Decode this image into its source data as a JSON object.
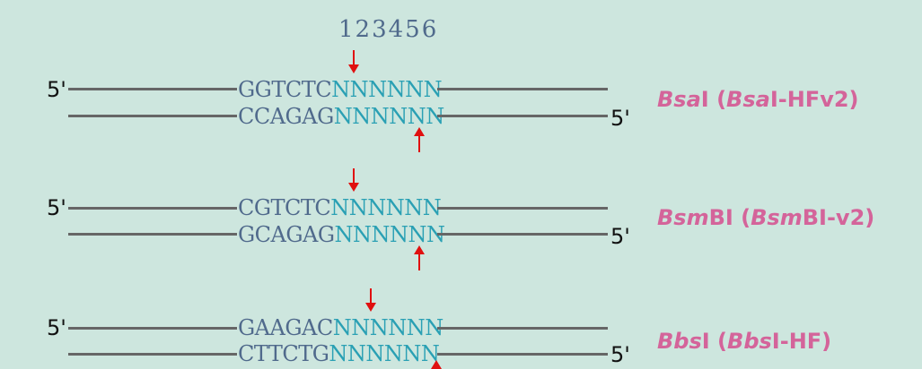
{
  "position_numbers": "123456",
  "five_prime": "5'",
  "constructs": [
    {
      "top": {
        "recognition": "GGTCTC",
        "overhang": "NNNNNN"
      },
      "bottom": {
        "recognition": "CCAGAG",
        "overhang": "NNNNNN"
      },
      "enzyme": {
        "part1_italic": "Bsa",
        "part2": "I (",
        "part3_italic": "Bsa",
        "part4": "I-HFv2)"
      }
    },
    {
      "top": {
        "recognition": "CGTCTC",
        "overhang": "NNNNNN"
      },
      "bottom": {
        "recognition": "GCAGAG",
        "overhang": "NNNNNN"
      },
      "enzyme": {
        "part1_italic": "Bsm",
        "part2": "BI (",
        "part3_italic": "Bsm",
        "part4": "BI-v2)"
      }
    },
    {
      "top": {
        "recognition": "GAAGAC",
        "overhang": "NNNNNN"
      },
      "bottom": {
        "recognition": "CTTCTG",
        "overhang": "NNNNNN"
      },
      "enzyme": {
        "part1_italic": "Bbs",
        "part2": "I (",
        "part3_italic": "Bbs",
        "part4": "I-HF)"
      }
    }
  ],
  "colors": {
    "background": "#cde6de",
    "recognition_site": "#506a8c",
    "overhang": "#2aa0b4",
    "strand": "#666666",
    "cut_arrow": "#e01010",
    "enzyme_name": "#d4649a"
  }
}
